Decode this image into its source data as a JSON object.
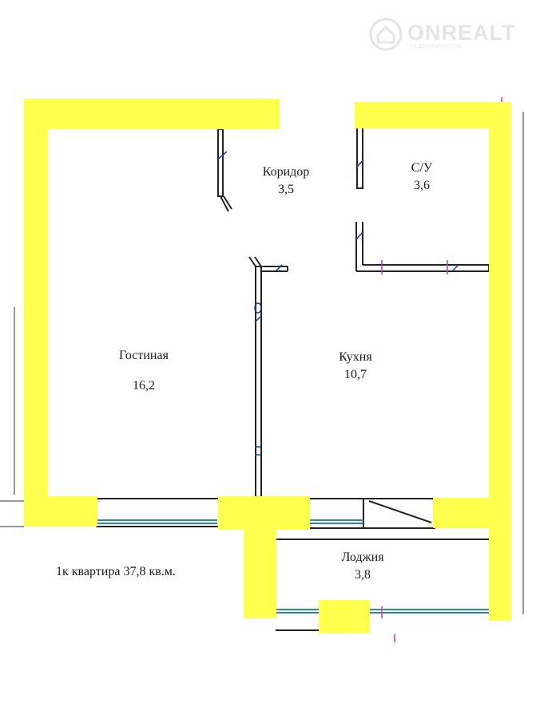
{
  "brand": {
    "name": "ONREALT",
    "tagline": "НЕДВИЖИМОСТЬ"
  },
  "rooms": {
    "corridor": {
      "name": "Коридор",
      "area": "3,5"
    },
    "bathroom": {
      "name": "С/У",
      "area": "3,6"
    },
    "living": {
      "name": "Гостиная",
      "area": "16,2"
    },
    "kitchen": {
      "name": "Кухня",
      "area": "10,7"
    },
    "loggia": {
      "name": "Лоджия",
      "area": "3,8"
    }
  },
  "summary": "1к квартира 37,8 кв.м.",
  "colors": {
    "wall": "#ffff4d",
    "line": "#222222",
    "window": "#2a8a9a",
    "accent": "#cc33cc"
  }
}
